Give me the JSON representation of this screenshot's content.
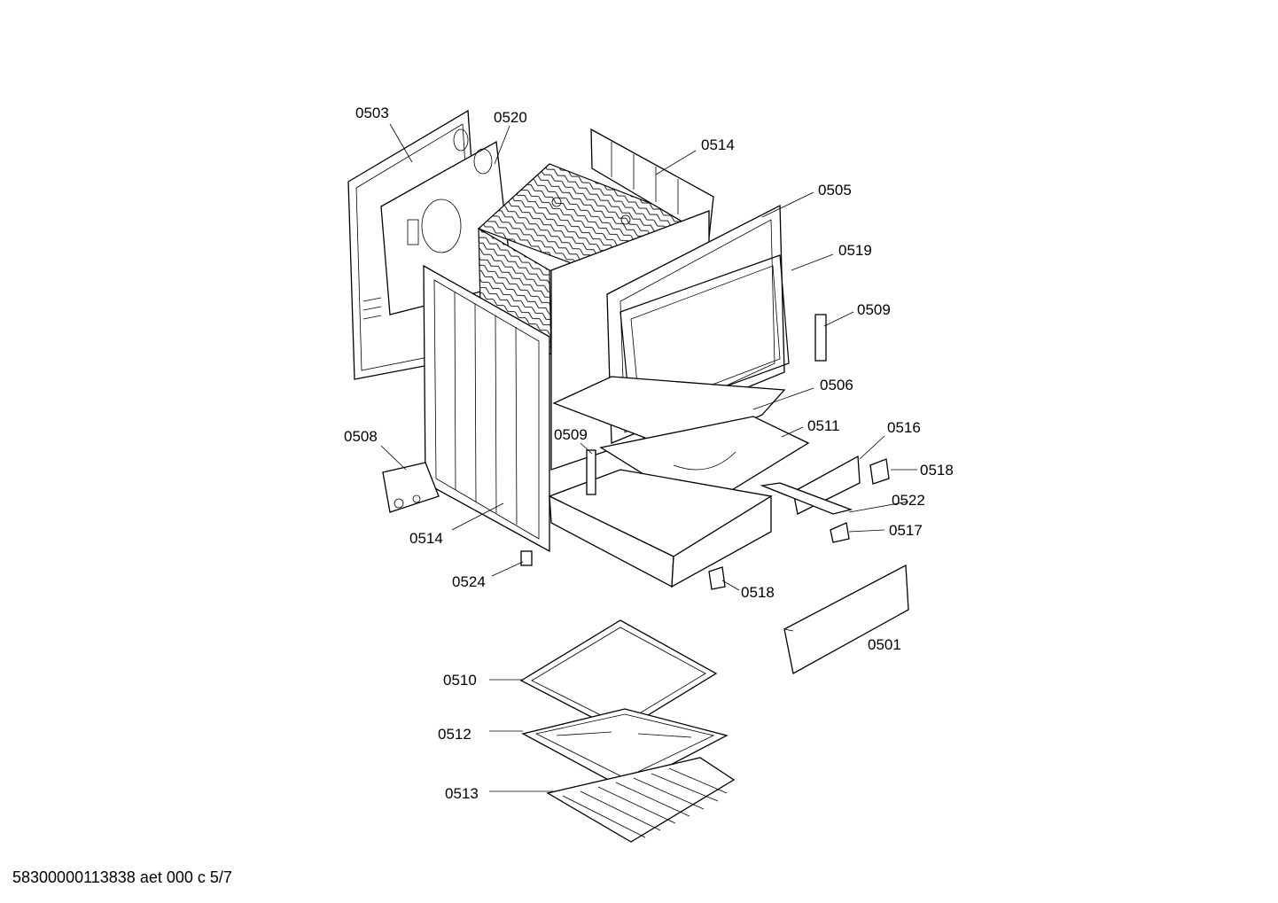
{
  "labels": {
    "p0503": "0503",
    "p0520": "0520",
    "p0514_top": "0514",
    "p0505": "0505",
    "p0519": "0519",
    "p0509_right": "0509",
    "p0506": "0506",
    "p0508": "0508",
    "p0509_left": "0509",
    "p0511": "0511",
    "p0516": "0516",
    "p0518_right": "0518",
    "p0522": "0522",
    "p0517": "0517",
    "p0514_bottom": "0514",
    "p0524": "0524",
    "p0518_bottom": "0518",
    "p0501": "0501",
    "p0510": "0510",
    "p0512": "0512",
    "p0513": "0513"
  },
  "footer": "58300000113838 aet 000 c 5/7"
}
